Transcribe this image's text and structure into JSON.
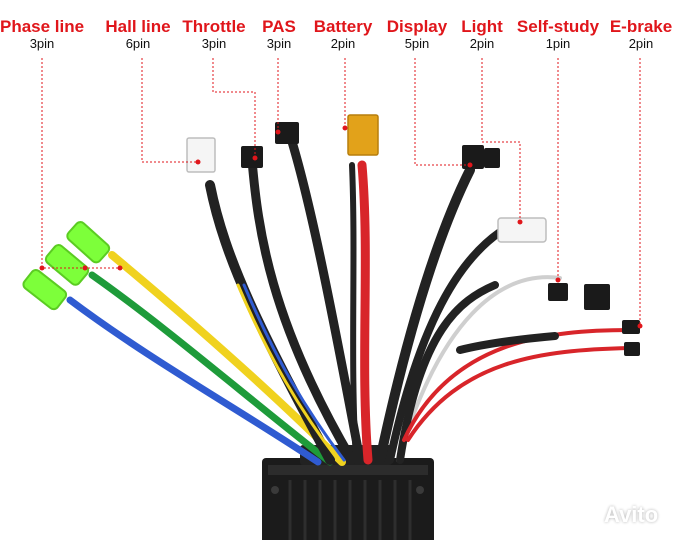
{
  "labels": [
    {
      "name": "Phase line",
      "pin": "3pin"
    },
    {
      "name": "Hall line",
      "pin": "6pin"
    },
    {
      "name": "Throttle",
      "pin": "3pin"
    },
    {
      "name": "PAS",
      "pin": "3pin"
    },
    {
      "name": "Battery",
      "pin": "2pin"
    },
    {
      "name": "Display",
      "pin": "5pin"
    },
    {
      "name": "Light",
      "pin": "2pin"
    },
    {
      "name": "Self-study",
      "pin": "1pin"
    },
    {
      "name": "E-brake",
      "pin": "2pin"
    }
  ],
  "watermark": {
    "text": "Avito"
  },
  "colors": {
    "label_red": "#e0161b",
    "pin_text": "#111111",
    "leader_line": "#e0161b",
    "controller_body": "#1b1b1b",
    "phase_terminal": "#7dff3a"
  }
}
